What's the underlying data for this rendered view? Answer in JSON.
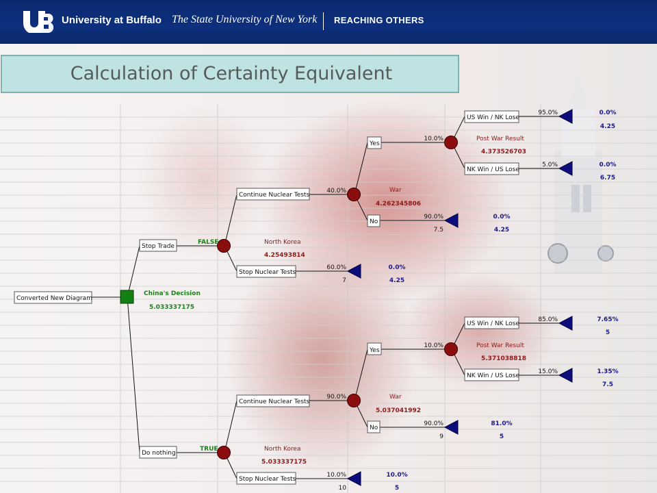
{
  "header": {
    "university": "University at Buffalo",
    "suny": "The State University of New York",
    "tagline": "REACHING OTHERS"
  },
  "slide": {
    "title": "Calculation of Certainty Equivalent"
  },
  "tree": {
    "root_label": "Converted New Diagram",
    "decision": {
      "name": "China's Decision",
      "value": "5.033337175"
    },
    "top": {
      "branch": "Stop Trade",
      "flag": "FALSE",
      "chance_name": "North Korea",
      "chance_value": "4.25493814",
      "tests": {
        "branch": "Continue Nuclear Tests",
        "prob": "40.0%",
        "chance_name": "War",
        "chance_value": "4.262345806",
        "yes": {
          "branch": "Yes",
          "prob": "10.0%",
          "chance_name": "Post War Result",
          "chance_value": "4.373526703",
          "us_win": {
            "branch": "US Win / NK Lose",
            "prob": "95.0%",
            "path_prob": "0.0%",
            "payoff": "4.25"
          },
          "nk_win": {
            "branch": "NK Win / US Lose",
            "prob": "5.0%",
            "path_prob": "0.0%",
            "payoff": "6.75"
          }
        },
        "no": {
          "branch": "No",
          "prob": "90.0%",
          "value": "7.5",
          "path_prob": "0.0%",
          "payoff": "4.25"
        }
      },
      "stop": {
        "branch": "Stop Nuclear Tests",
        "prob": "60.0%",
        "value": "7",
        "path_prob": "0.0%",
        "payoff": "4.25"
      }
    },
    "bottom": {
      "branch": "Do nothing",
      "flag": "TRUE",
      "chance_name": "North Korea",
      "chance_value": "5.033337175",
      "tests": {
        "branch": "Continue Nuclear Tests",
        "prob": "90.0%",
        "chance_name": "War",
        "chance_value": "5.037041992",
        "yes": {
          "branch": "Yes",
          "prob": "10.0%",
          "chance_name": "Post War Result",
          "chance_value": "5.371038818",
          "us_win": {
            "branch": "US Win / NK Lose",
            "prob": "85.0%",
            "path_prob": "7.65%",
            "payoff": "5"
          },
          "nk_win": {
            "branch": "NK Win / US Lose",
            "prob": "15.0%",
            "path_prob": "1.35%",
            "payoff": "7.5"
          }
        },
        "no": {
          "branch": "No",
          "prob": "90.0%",
          "value": "9",
          "path_prob": "81.0%",
          "payoff": "5"
        }
      },
      "stop": {
        "branch": "Stop Nuclear Tests",
        "prob": "10.0%",
        "value": "10",
        "path_prob": "10.0%",
        "payoff": "5"
      }
    }
  }
}
